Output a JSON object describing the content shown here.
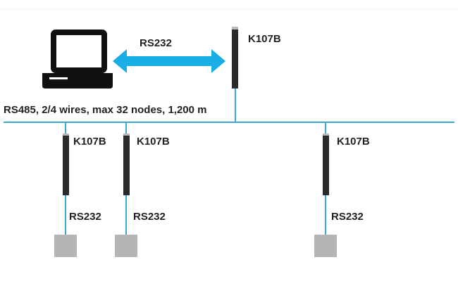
{
  "colors": {
    "wire": "#3da8d8",
    "arrow": "#19aee6",
    "module_body": "#2b2b2b",
    "device": "#b5b5b5",
    "text": "#222222"
  },
  "top_link": {
    "label": "RS232",
    "icon": "computer-monitor-icon",
    "connector": "double-headed-arrow"
  },
  "bus": {
    "label": "RS485, 2/4 wires, max 32 nodes, 1,200 m"
  },
  "master_module": {
    "label": "K107B"
  },
  "nodes": [
    {
      "module_label": "K107B",
      "link_label": "RS232"
    },
    {
      "module_label": "K107B",
      "link_label": "RS232"
    },
    {
      "module_label": "K107B",
      "link_label": "RS232"
    }
  ]
}
